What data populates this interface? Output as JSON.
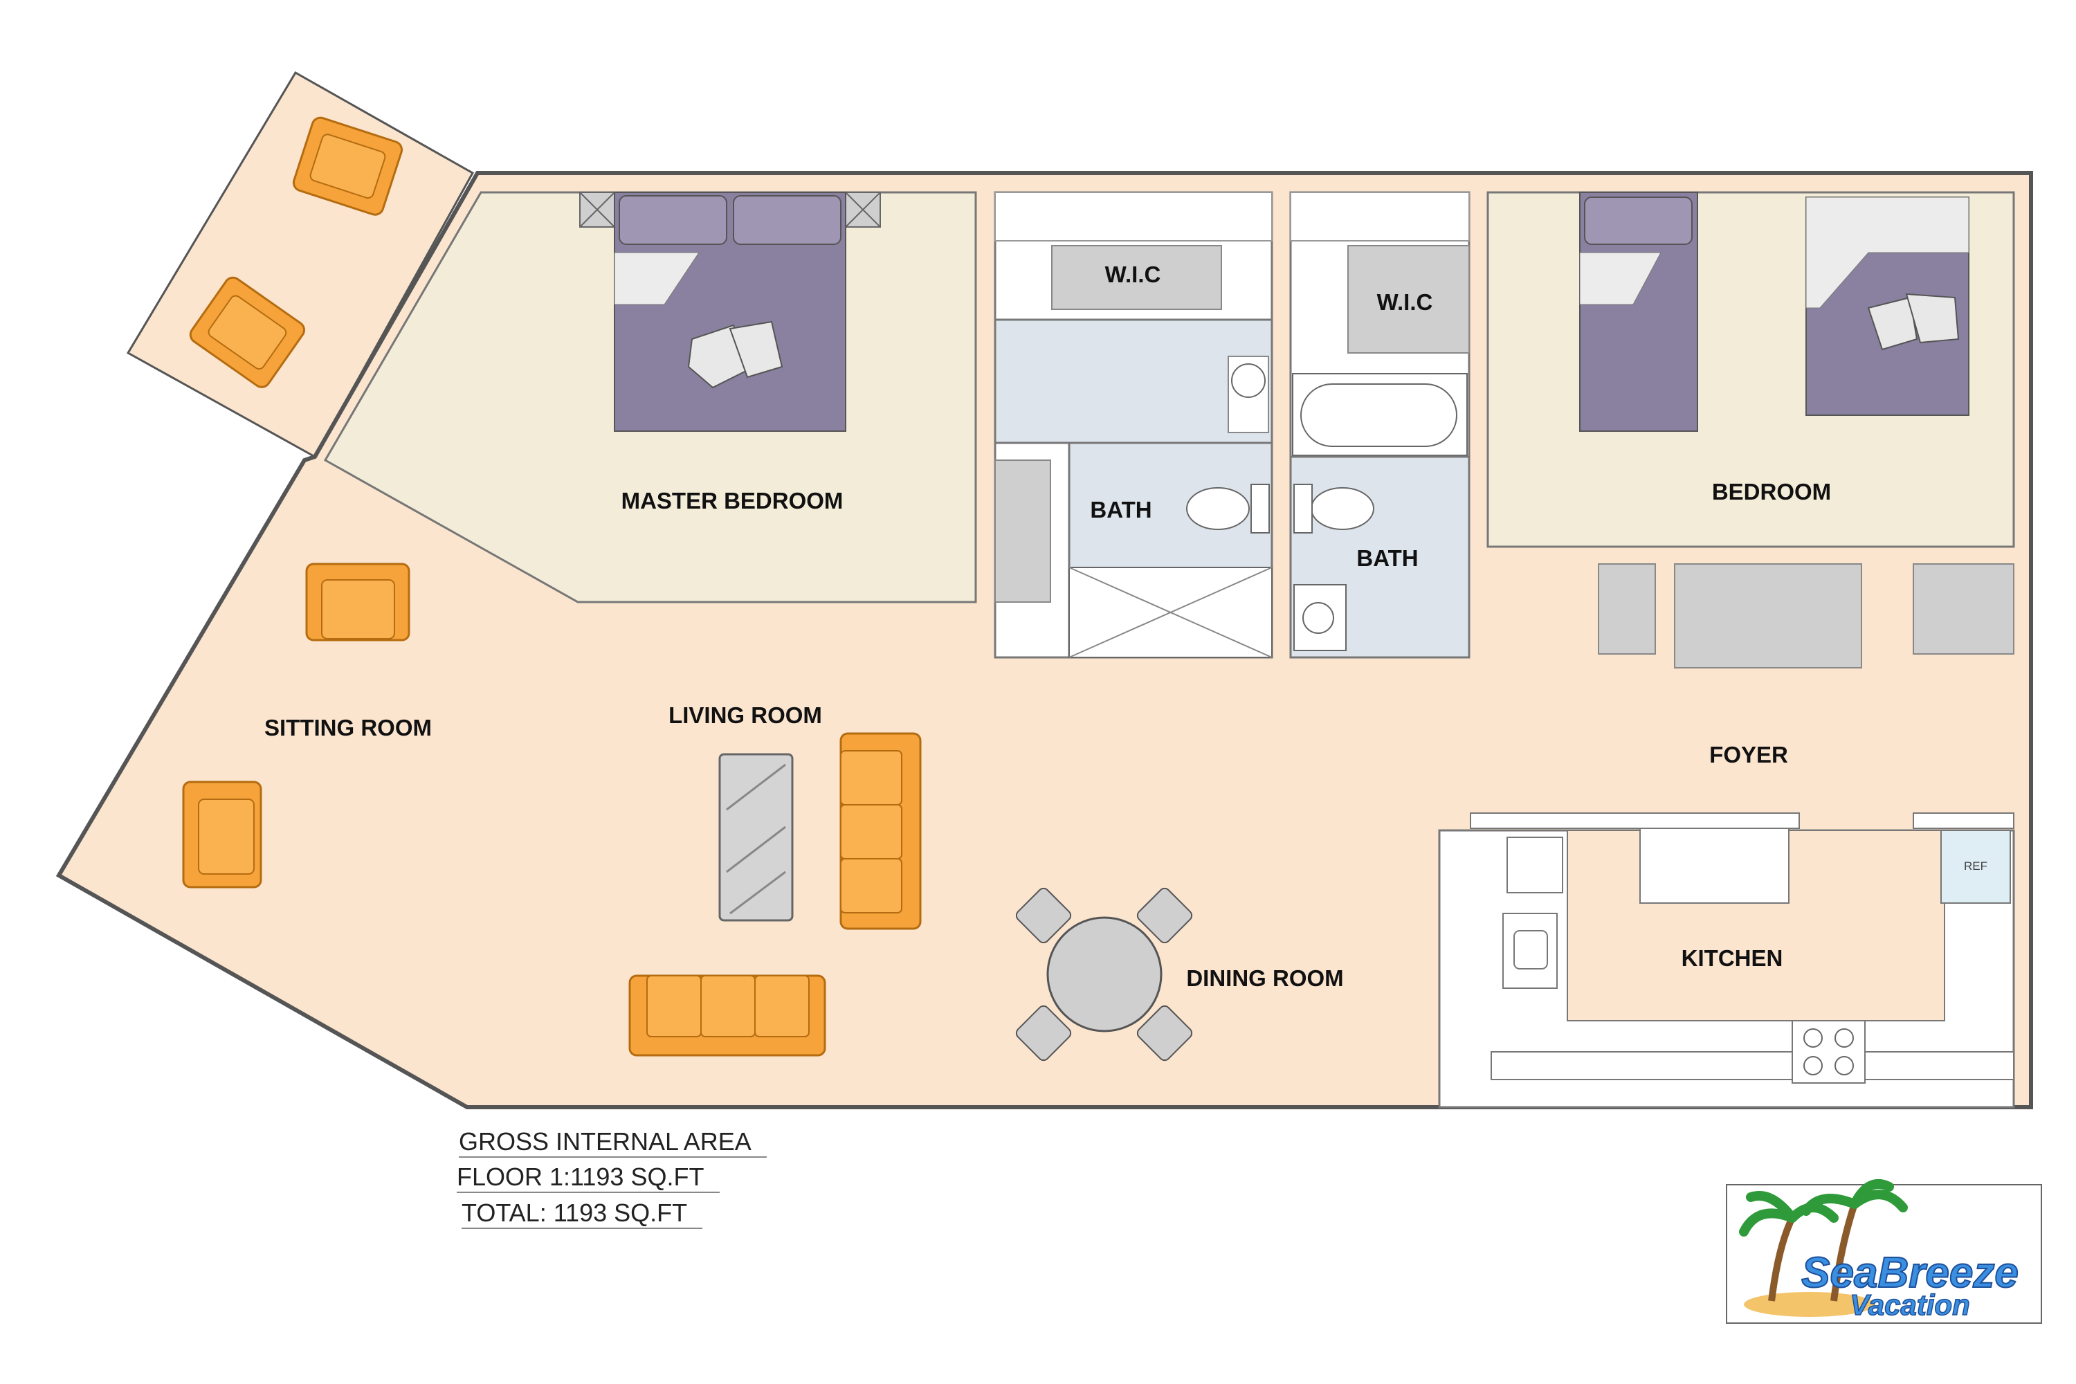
{
  "rooms": {
    "master_bedroom": "MASTER BEDROOM",
    "wic_1": "W.I.C",
    "wic_2": "W.I.C",
    "bath_1": "BATH",
    "bath_2": "BATH",
    "bedroom": "BEDROOM",
    "sitting_room": "SITTING ROOM",
    "living_room": "LIVING ROOM",
    "foyer": "FOYER",
    "dining_room": "DINING ROOM",
    "kitchen": "KITCHEN",
    "ref": "REF"
  },
  "area": {
    "heading": "GROSS INTERNAL AREA",
    "floor": "FLOOR 1:1193 SQ.FT",
    "total": "TOTAL: 1193 SQ.FT"
  },
  "logo": {
    "line1": "SeaBreeze",
    "line2": "Vacation"
  },
  "colors": {
    "living_floor": "#fbe5cf",
    "bedroom_floor": "#f3ecd8",
    "bath_floor": "#dde4ec",
    "furniture_orange": "#f5a33a",
    "bed_purple": "#8a80a0",
    "closet_gray": "#cfcfcf"
  }
}
